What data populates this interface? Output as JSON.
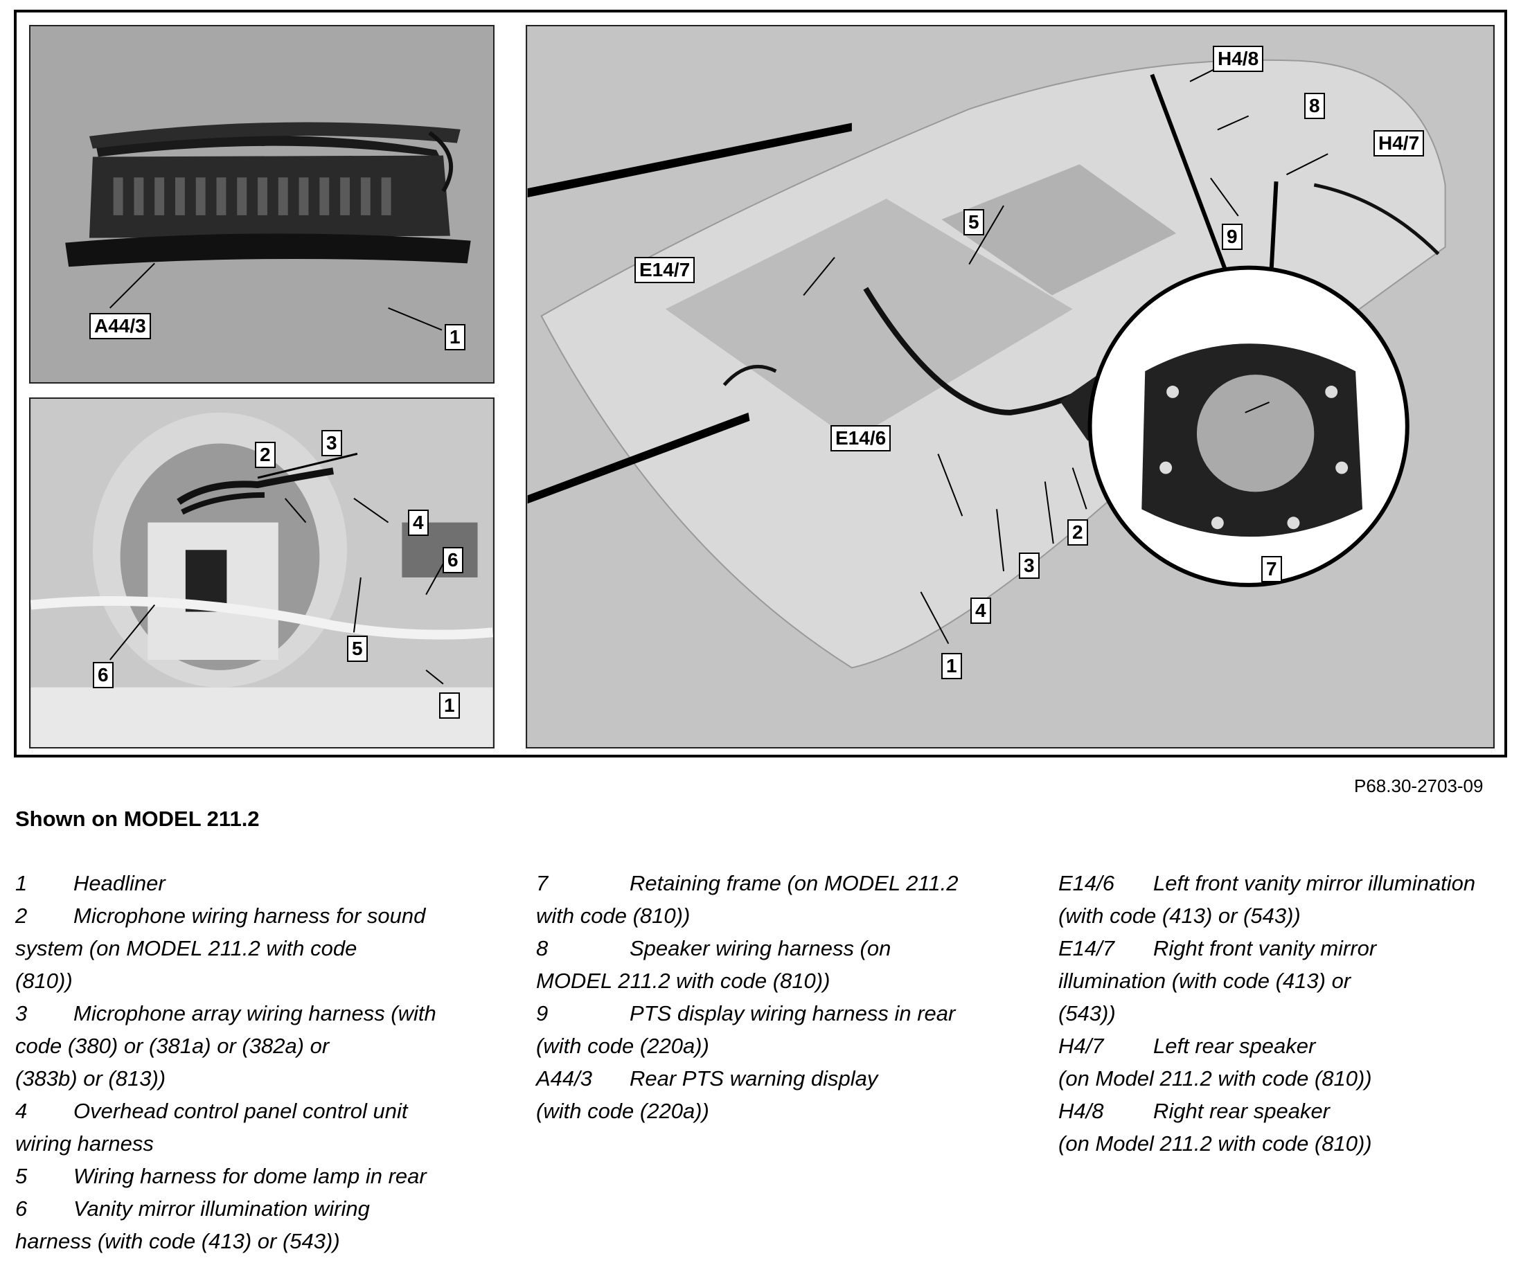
{
  "figure": {
    "ref": "P68.30-2703-09",
    "callouts": {
      "a44_3": "A44/3",
      "one_a": "1",
      "two": "2",
      "three": "3",
      "four": "4",
      "five": "5",
      "six_a": "6",
      "six_b": "6",
      "one_b": "1",
      "h4_8": "H4/8",
      "h4_7": "H4/7",
      "eight": "8",
      "nine": "9",
      "five_r": "5",
      "e14_7": "E14/7",
      "e14_6": "E14/6",
      "two_r": "2",
      "three_r": "3",
      "four_r": "4",
      "one_r": "1",
      "seven": "7"
    }
  },
  "title": "Shown on MODEL 211.2",
  "legend": {
    "col1": [
      {
        "code": "1",
        "text": "Headliner"
      },
      {
        "code": "2",
        "text": "Microphone wiring harness for sound",
        "cont": [
          "system (on MODEL 211.2 with code",
          "(810))"
        ]
      },
      {
        "code": "3",
        "text": "Microphone array wiring harness (with",
        "cont": [
          "code (380) or (381a) or (382a) or",
          "(383b) or (813))"
        ]
      },
      {
        "code": "4",
        "text": "Overhead control panel control unit",
        "cont": [
          "wiring harness"
        ]
      },
      {
        "code": "5",
        "text": "Wiring harness for dome lamp in rear"
      },
      {
        "code": "6",
        "text": "Vanity mirror illumination wiring",
        "cont": [
          "harness (with code (413) or (543))"
        ]
      }
    ],
    "col2": [
      {
        "code": "7",
        "text": "Retaining frame (on MODEL 211.2",
        "cont": [
          "with code (810))"
        ]
      },
      {
        "code": "8",
        "text": "Speaker wiring harness (on",
        "cont": [
          "MODEL 211.2 with code (810))"
        ]
      },
      {
        "code": "9",
        "text": "PTS display wiring harness in rear",
        "cont": [
          "(with code (220a))"
        ]
      },
      {
        "code": "A44/3",
        "text": "Rear PTS warning display",
        "cont": [
          "(with code (220a))"
        ]
      }
    ],
    "col3": [
      {
        "code": "E14/6",
        "text": "Left front vanity mirror illumination",
        "cont": [
          "(with code (413) or (543))"
        ]
      },
      {
        "code": "E14/7",
        "text": "Right front vanity mirror",
        "cont": [
          "illumination (with code (413) or",
          "(543))"
        ]
      },
      {
        "code": "H4/7",
        "text": "Left rear speaker",
        "cont": [
          "(on Model 211.2 with code (810))"
        ]
      },
      {
        "code": "H4/8",
        "text": "Right rear speaker",
        "cont": [
          "(on Model 211.2 with code (810))"
        ]
      }
    ]
  }
}
